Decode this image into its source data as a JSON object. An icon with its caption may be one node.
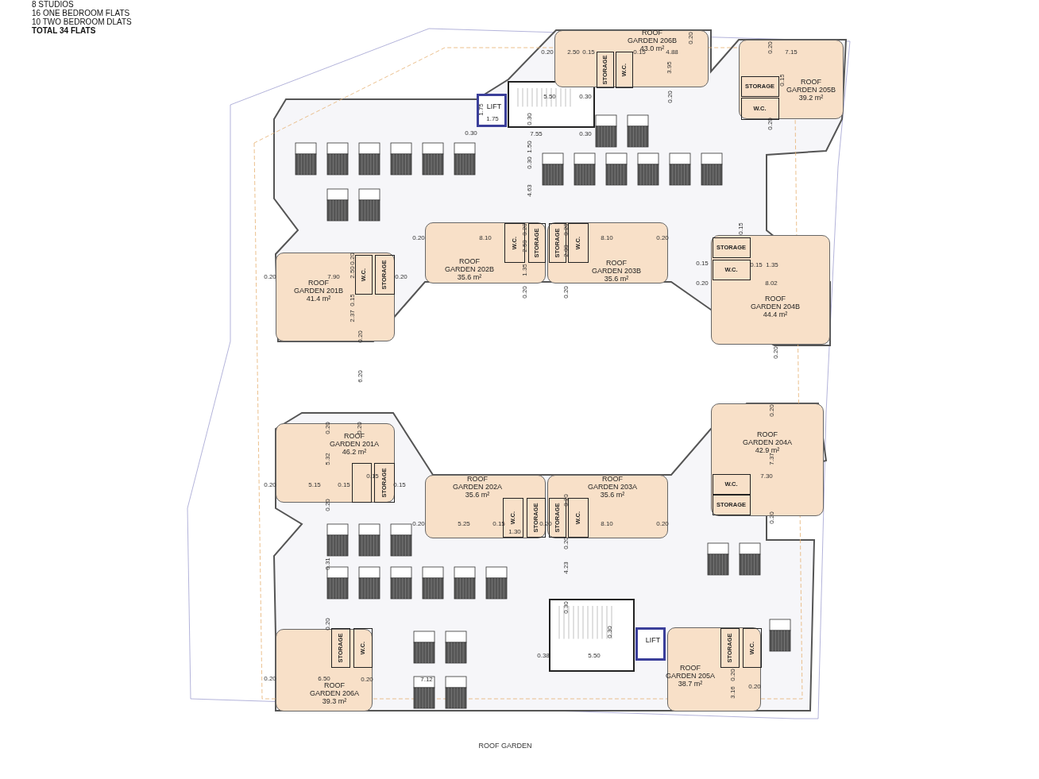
{
  "diagram": {
    "nodes": [
      {
        "text": [
          "ROOF GARDEN 206B 43.0 m²"
        ]
      },
      {
        "text": [
          "STORAGE"
        ],
        "in": 0
      },
      {
        "text": [
          "W.C."
        ],
        "in": 0
      },
      {
        "text": [
          "ROOF GARDEN 205B 39.2 m²"
        ]
      },
      {
        "text": [
          "STORAGE"
        ],
        "in": 3
      },
      {
        "text": [
          "W.C."
        ],
        "in": 3
      },
      {
        "text": [
          "LIFT"
        ]
      },
      {
        "text": [
          "ROOF GARDEN 201B 41.4 m²"
        ]
      },
      {
        "text": [
          "W.C."
        ],
        "in": 7
      },
      {
        "text": [
          "STORAGE"
        ],
        "in": 7
      },
      {
        "text": [
          "ROOF GARDEN 202B 35.6 m²"
        ]
      },
      {
        "text": [
          "W.C."
        ],
        "in": 10
      },
      {
        "text": [
          "STORAGE"
        ],
        "in": 10
      },
      {
        "text": [
          "ROOF GARDEN 203B 35.6 m²"
        ]
      },
      {
        "text": [
          "STORAGE"
        ],
        "in": 13
      },
      {
        "text": [
          "W.C."
        ],
        "in": 13
      },
      {
        "text": [
          "ROOF GARDEN 204B 44.4 m²"
        ]
      },
      {
        "text": [
          "STORAGE"
        ],
        "in": 16
      },
      {
        "text": [
          "W.C."
        ],
        "in": 16
      },
      {
        "text": [
          "ROOF GARDEN 201A 46.2 m²"
        ]
      },
      {
        "text": [],
        "shape": "box",
        "in": 19
      },
      {
        "text": [
          "STORAGE"
        ],
        "in": 19
      },
      {
        "text": [
          "ROOF GARDEN 202A 35.6 m²"
        ]
      },
      {
        "text": [
          "W.C."
        ],
        "in": 22
      },
      {
        "text": [
          "STORAGE"
        ],
        "in": 22
      },
      {
        "text": [
          "ROOF GARDEN 203A 35.6 m²"
        ]
      },
      {
        "text": [
          "STORAGE"
        ],
        "in": 25
      },
      {
        "text": [
          "W.C."
        ],
        "in": 25
      },
      {
        "text": [
          "ROOF GARDEN 204A 42.9 m²"
        ]
      },
      {
        "text": [
          "W.C."
        ],
        "in": 28
      },
      {
        "text": [
          "STORAGE"
        ],
        "in": 28
      },
      {
        "text": [
          "ROOF GARDEN 206A 39.3 m²"
        ]
      },
      {
        "text": [
          "STORAGE"
        ],
        "in": 31
      },
      {
        "text": [
          "W.C."
        ],
        "in": 31
      },
      {
        "text": [
          "LIFT"
        ]
      },
      {
        "text": [
          "ROOF GARDEN 205A 38.7 m²"
        ]
      },
      {
        "text": [
          "STORAGE"
        ],
        "in": 35
      },
      {
        "text": [
          "W.C."
        ],
        "in": 35
      }
    ],
    "labels": [
      "8 STUDIOS",
      "16 ONE BEDROOM FLATS",
      "10 TWO BEDROOM DLATS",
      "TOTAL 34 FLATS",
      "0.20",
      "0.20",
      "2.50",
      "0.15",
      "0.15",
      "4.88",
      "0.20",
      "7.15",
      "3.95",
      "0.15",
      "5.50",
      "0.30",
      "0.20",
      "1.75",
      "1.75",
      "0.30",
      "0.20",
      "0.30",
      "7.55",
      "0.30",
      "1.50",
      "0.30",
      "4.63",
      "0.20",
      "0.20",
      "0.15",
      "0.20",
      "8.10",
      "8.10",
      "0.20",
      "2.50",
      "2.00",
      "0.20",
      "0.15",
      "0.15",
      "1.35",
      "0.20",
      "7.90",
      "2.50",
      "0.20",
      "1.35",
      "0.20",
      "8.02",
      "0.20",
      "0.20",
      "0.15",
      "2.37",
      "0.20",
      "0.20",
      "6.20",
      "0.20",
      "0.20",
      "0.20",
      "5.32",
      "7.37",
      "0.15",
      "7.30",
      "0.20",
      "5.15",
      "0.15",
      "0.15",
      "0.20",
      "0.20",
      "0.20",
      "5.25",
      "0.15",
      "0.20",
      "8.10",
      "0.20",
      "0.20",
      "1.30",
      "0.20",
      "0.31",
      "4.23",
      "0.30",
      "0.20",
      "0.30",
      "0.38",
      "5.50",
      "0.20",
      "6.50",
      "0.20",
      "7.12",
      "0.20",
      "3.16",
      "0.20",
      "ROOF GARDEN"
    ]
  }
}
